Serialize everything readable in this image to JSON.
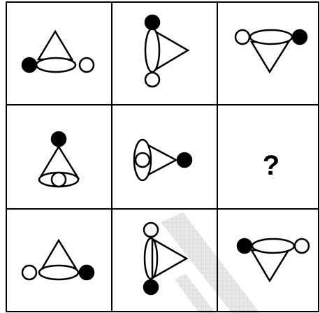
{
  "puzzle": {
    "missing_mark": "?",
    "cells": [
      {
        "row": 1,
        "col": 1,
        "figure": "cone-apex-up",
        "left_dot": "filled",
        "right_dot": "open"
      },
      {
        "row": 1,
        "col": 2,
        "figure": "cone-apex-right",
        "top_dot": "filled",
        "bottom_dot": "open"
      },
      {
        "row": 1,
        "col": 3,
        "figure": "cone-apex-down",
        "left_dot": "open",
        "right_dot": "filled"
      },
      {
        "row": 2,
        "col": 1,
        "figure": "cone-apex-up",
        "apex_dot": "filled",
        "base_dot": "open"
      },
      {
        "row": 2,
        "col": 2,
        "figure": "cone-apex-right",
        "base_dot": "open",
        "apex_dot": "filled"
      },
      {
        "row": 2,
        "col": 3,
        "figure": "missing"
      },
      {
        "row": 3,
        "col": 1,
        "figure": "cone-apex-up",
        "left_dot": "open",
        "right_dot": "filled"
      },
      {
        "row": 3,
        "col": 2,
        "figure": "cone-apex-right",
        "top_dot": "open",
        "bottom_dot": "filled"
      },
      {
        "row": 3,
        "col": 3,
        "figure": "cone-apex-down",
        "left_dot": "filled",
        "right_dot": "open"
      }
    ]
  },
  "colors": {
    "line": "#000000",
    "background": "#ffffff",
    "watermark": "#c8c8c8"
  }
}
